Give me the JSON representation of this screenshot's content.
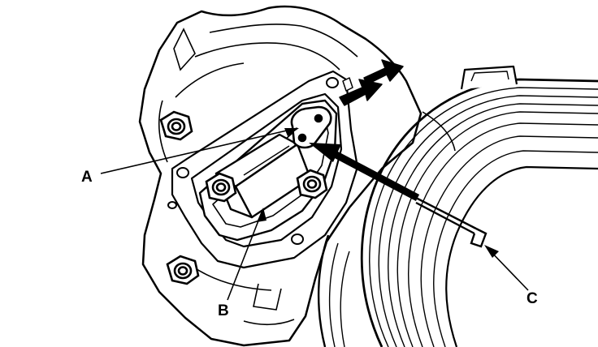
{
  "figure": {
    "callouts": {
      "a": {
        "label": "A"
      },
      "b": {
        "label": "B"
      },
      "c": {
        "label": "C"
      }
    }
  },
  "colors": {
    "ink": "#000000",
    "paper": "#ffffff"
  }
}
